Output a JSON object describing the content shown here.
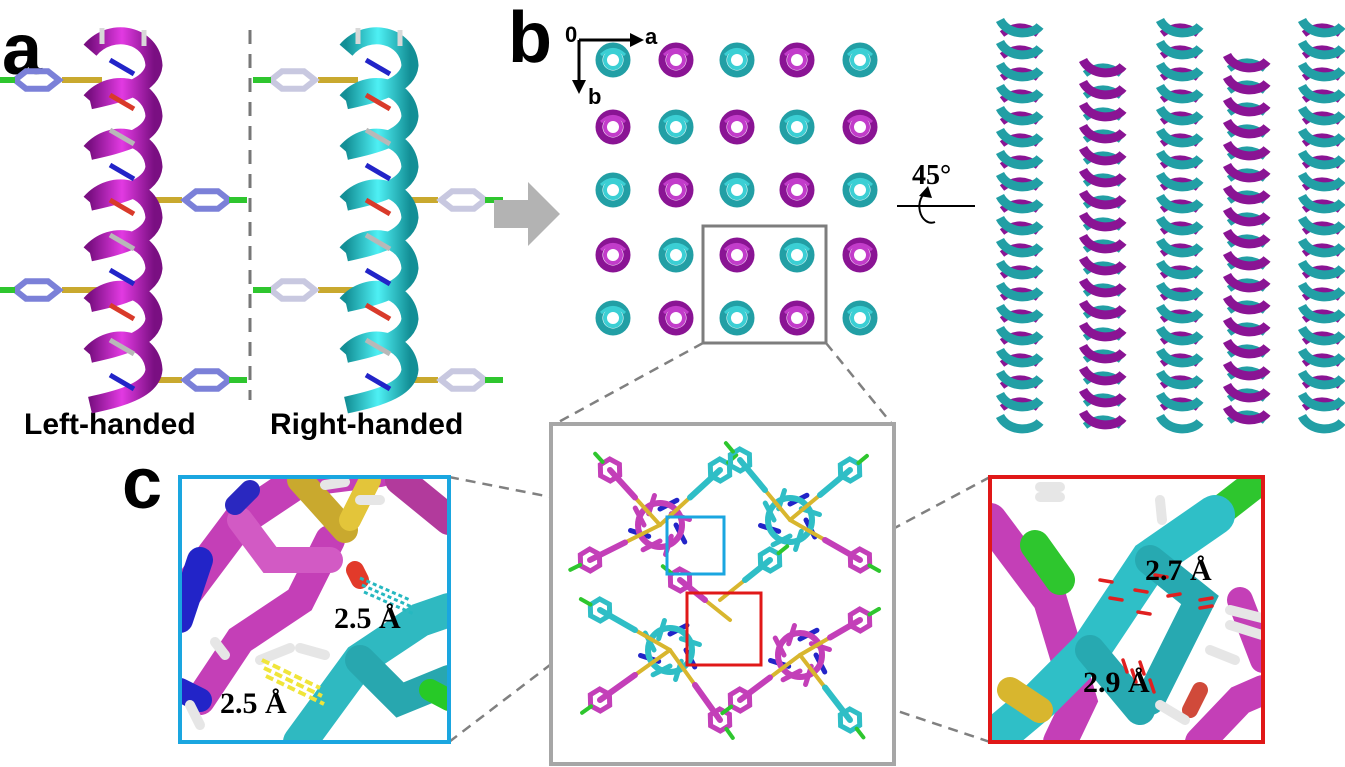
{
  "panels": {
    "a": "a",
    "b": "b",
    "c": "c"
  },
  "captions": {
    "left": "Left-handed",
    "right": "Right-handed"
  },
  "axes": {
    "origin": "0",
    "a": "a",
    "b": "b"
  },
  "rotation": "45°",
  "distances": {
    "blue_top": "2.5 Å",
    "blue_bottom": "2.5 Å",
    "red_top": "2.7 Å",
    "red_bottom": "2.9 Å"
  },
  "colors": {
    "left_helix": "#c01cc0",
    "right_helix": "#22cfd6",
    "lattice_magenta": "#8a1494",
    "lattice_teal": "#229fa5",
    "blue_frame": "#1aa6e0",
    "red_frame": "#e01818",
    "gray_frame": "#a6a6a6"
  }
}
